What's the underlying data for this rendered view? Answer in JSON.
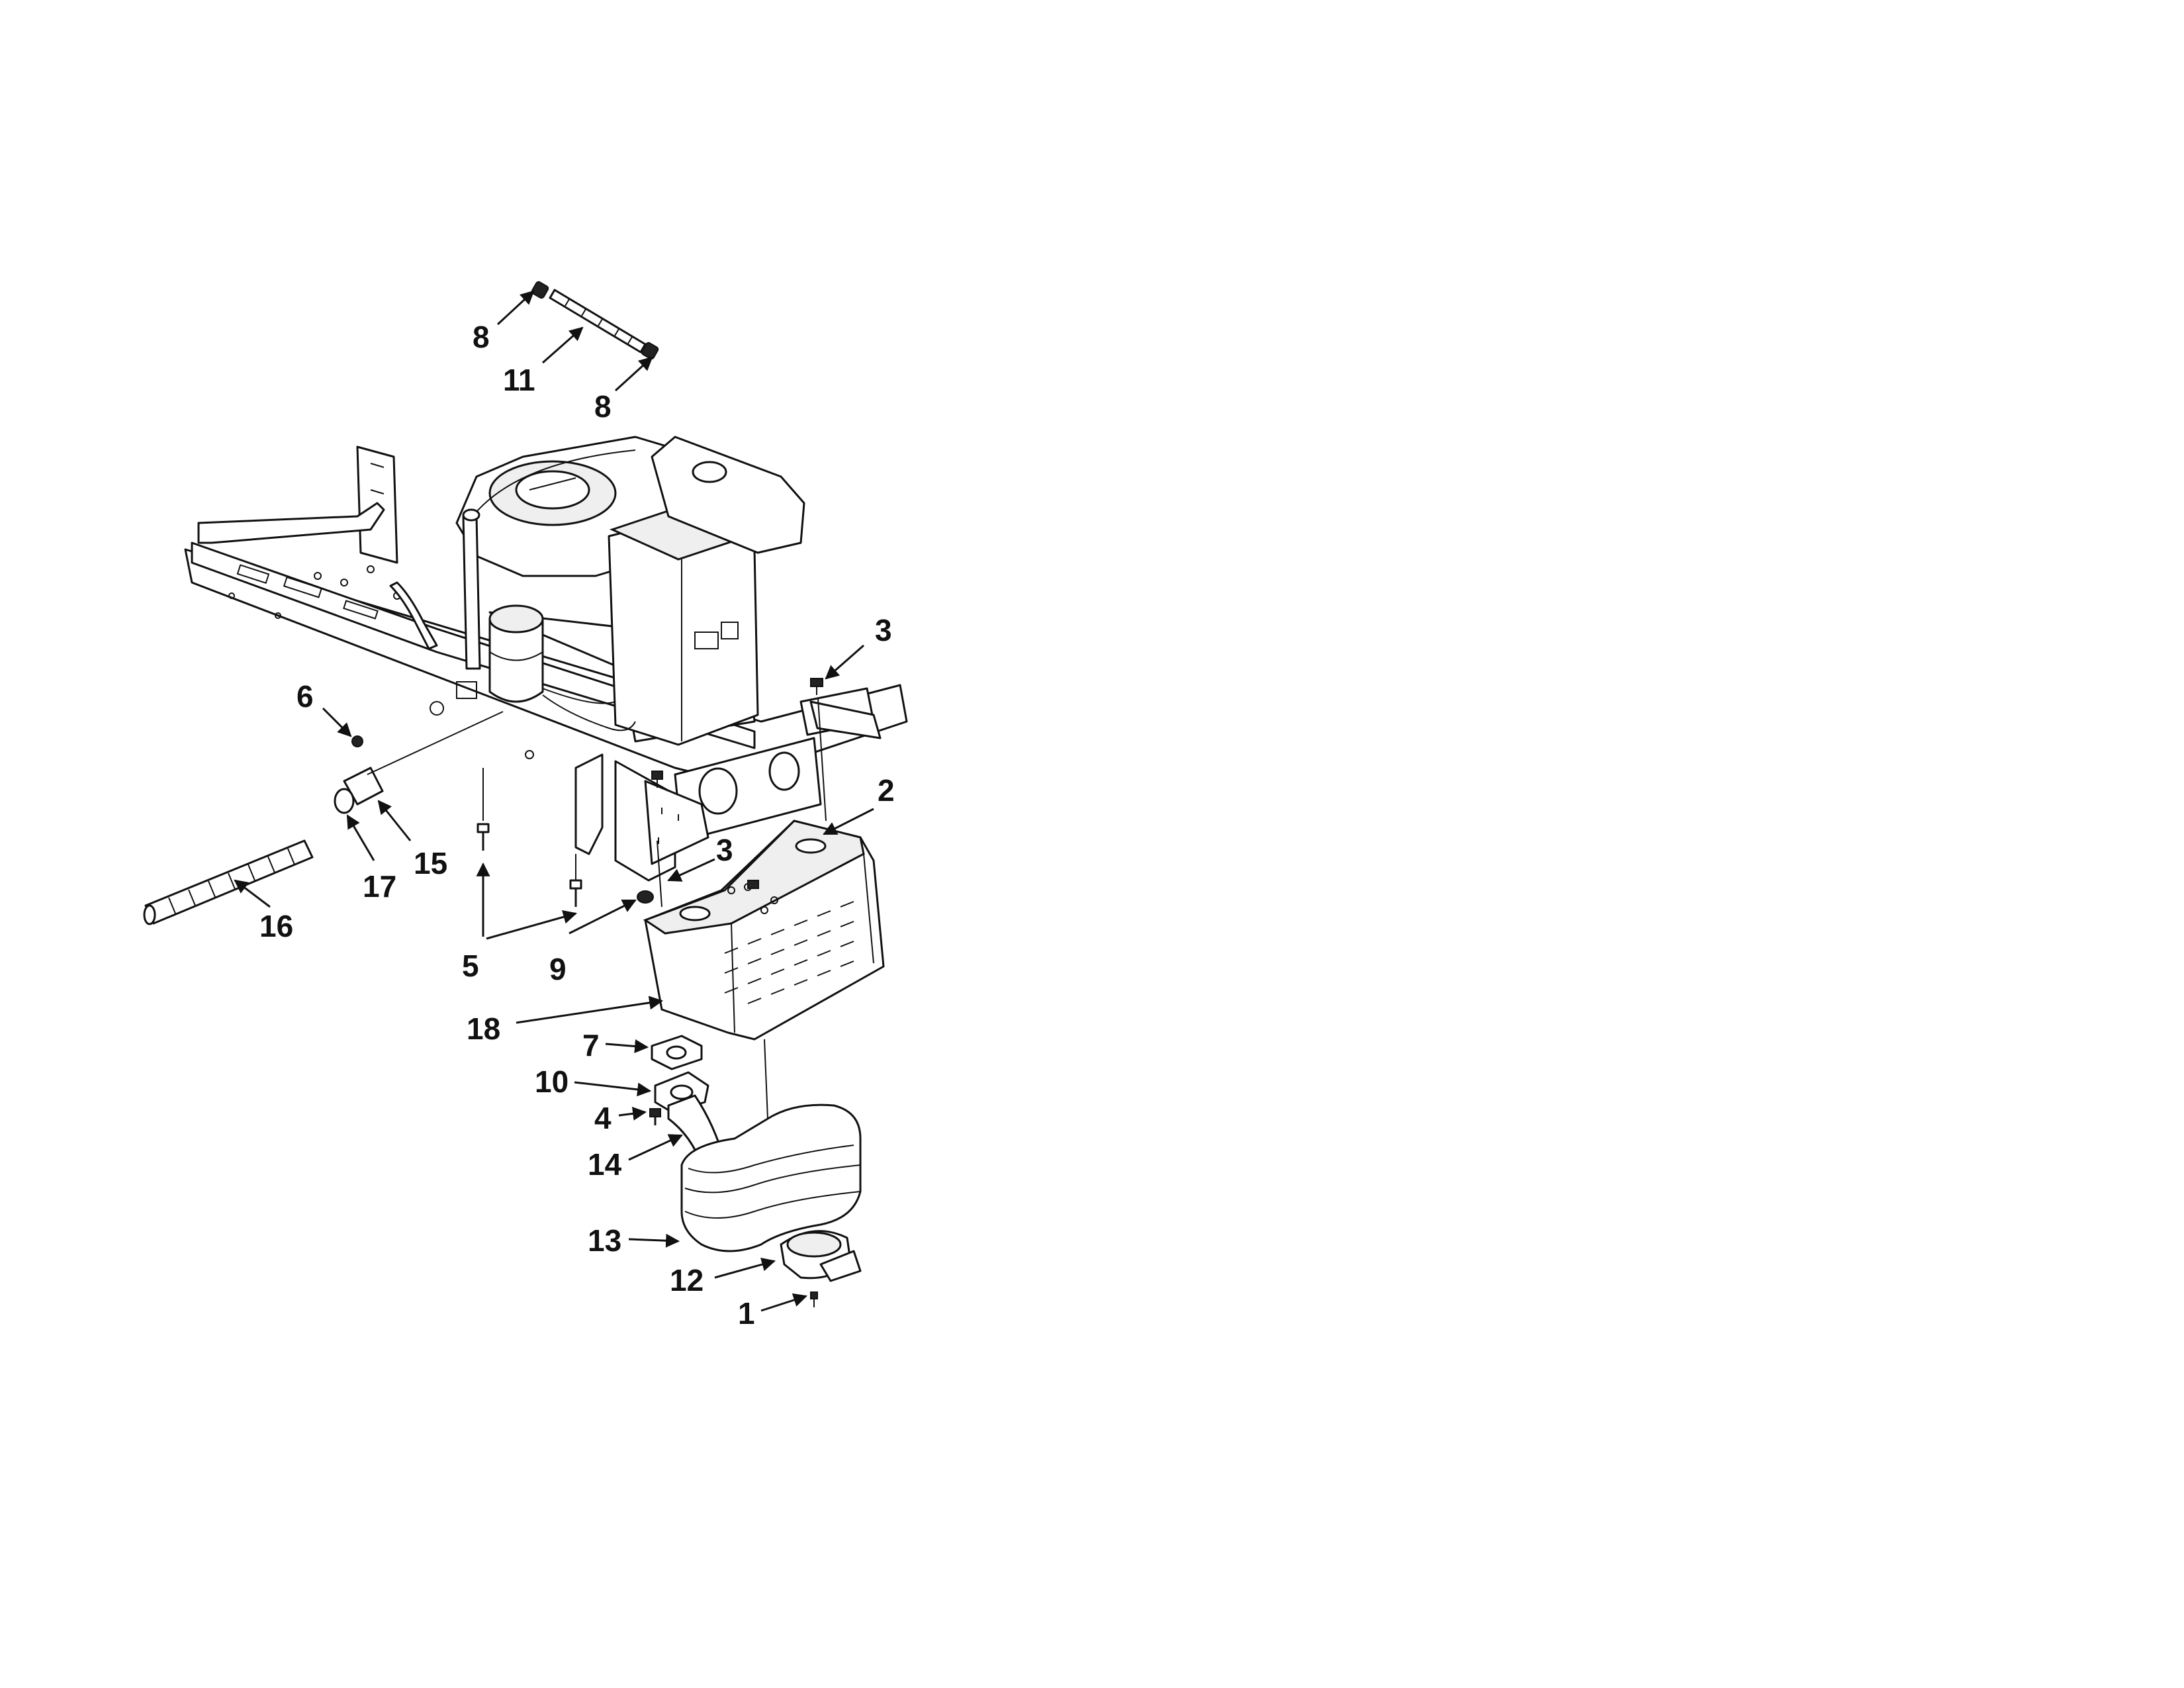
{
  "callouts": {
    "c1": "1",
    "c2": "2",
    "c3a": "3",
    "c3b": "3",
    "c4": "4",
    "c5": "5",
    "c6": "6",
    "c7": "7",
    "c8a": "8",
    "c8b": "8",
    "c9": "9",
    "c10": "10",
    "c11": "11",
    "c12": "12",
    "c13": "13",
    "c14": "14",
    "c15": "15",
    "c16": "16",
    "c17": "17",
    "c18": "18"
  }
}
